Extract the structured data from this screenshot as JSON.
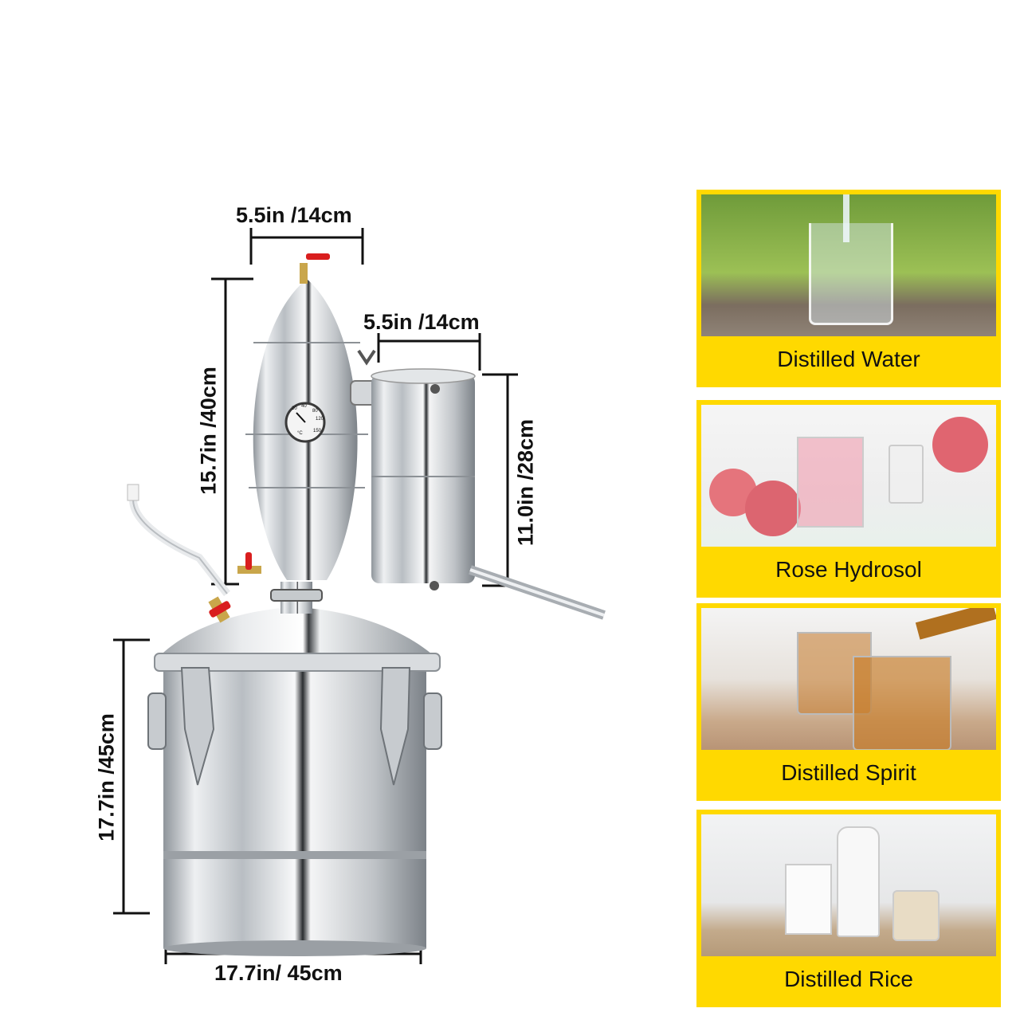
{
  "dimensions": {
    "column_width": "5.5in /14cm",
    "condenser_width": "5.5in /14cm",
    "column_height": "15.7in /40cm",
    "condenser_height": "11.0in /28cm",
    "pot_height": "17.7in /45cm",
    "pot_width": "17.7in/ 45cm"
  },
  "thermometer": {
    "unit": "°C",
    "ticks": [
      "20",
      "40",
      "80",
      "120",
      "150"
    ]
  },
  "uses": [
    {
      "label": "Distilled Water"
    },
    {
      "label": "Rose Hydrosol"
    },
    {
      "label": "Distilled Spirit"
    },
    {
      "label": "Distilled Rice"
    }
  ],
  "colors": {
    "frame": "#ffd900",
    "steel": "#c9ccd0",
    "valve_red": "#d91e1e"
  }
}
